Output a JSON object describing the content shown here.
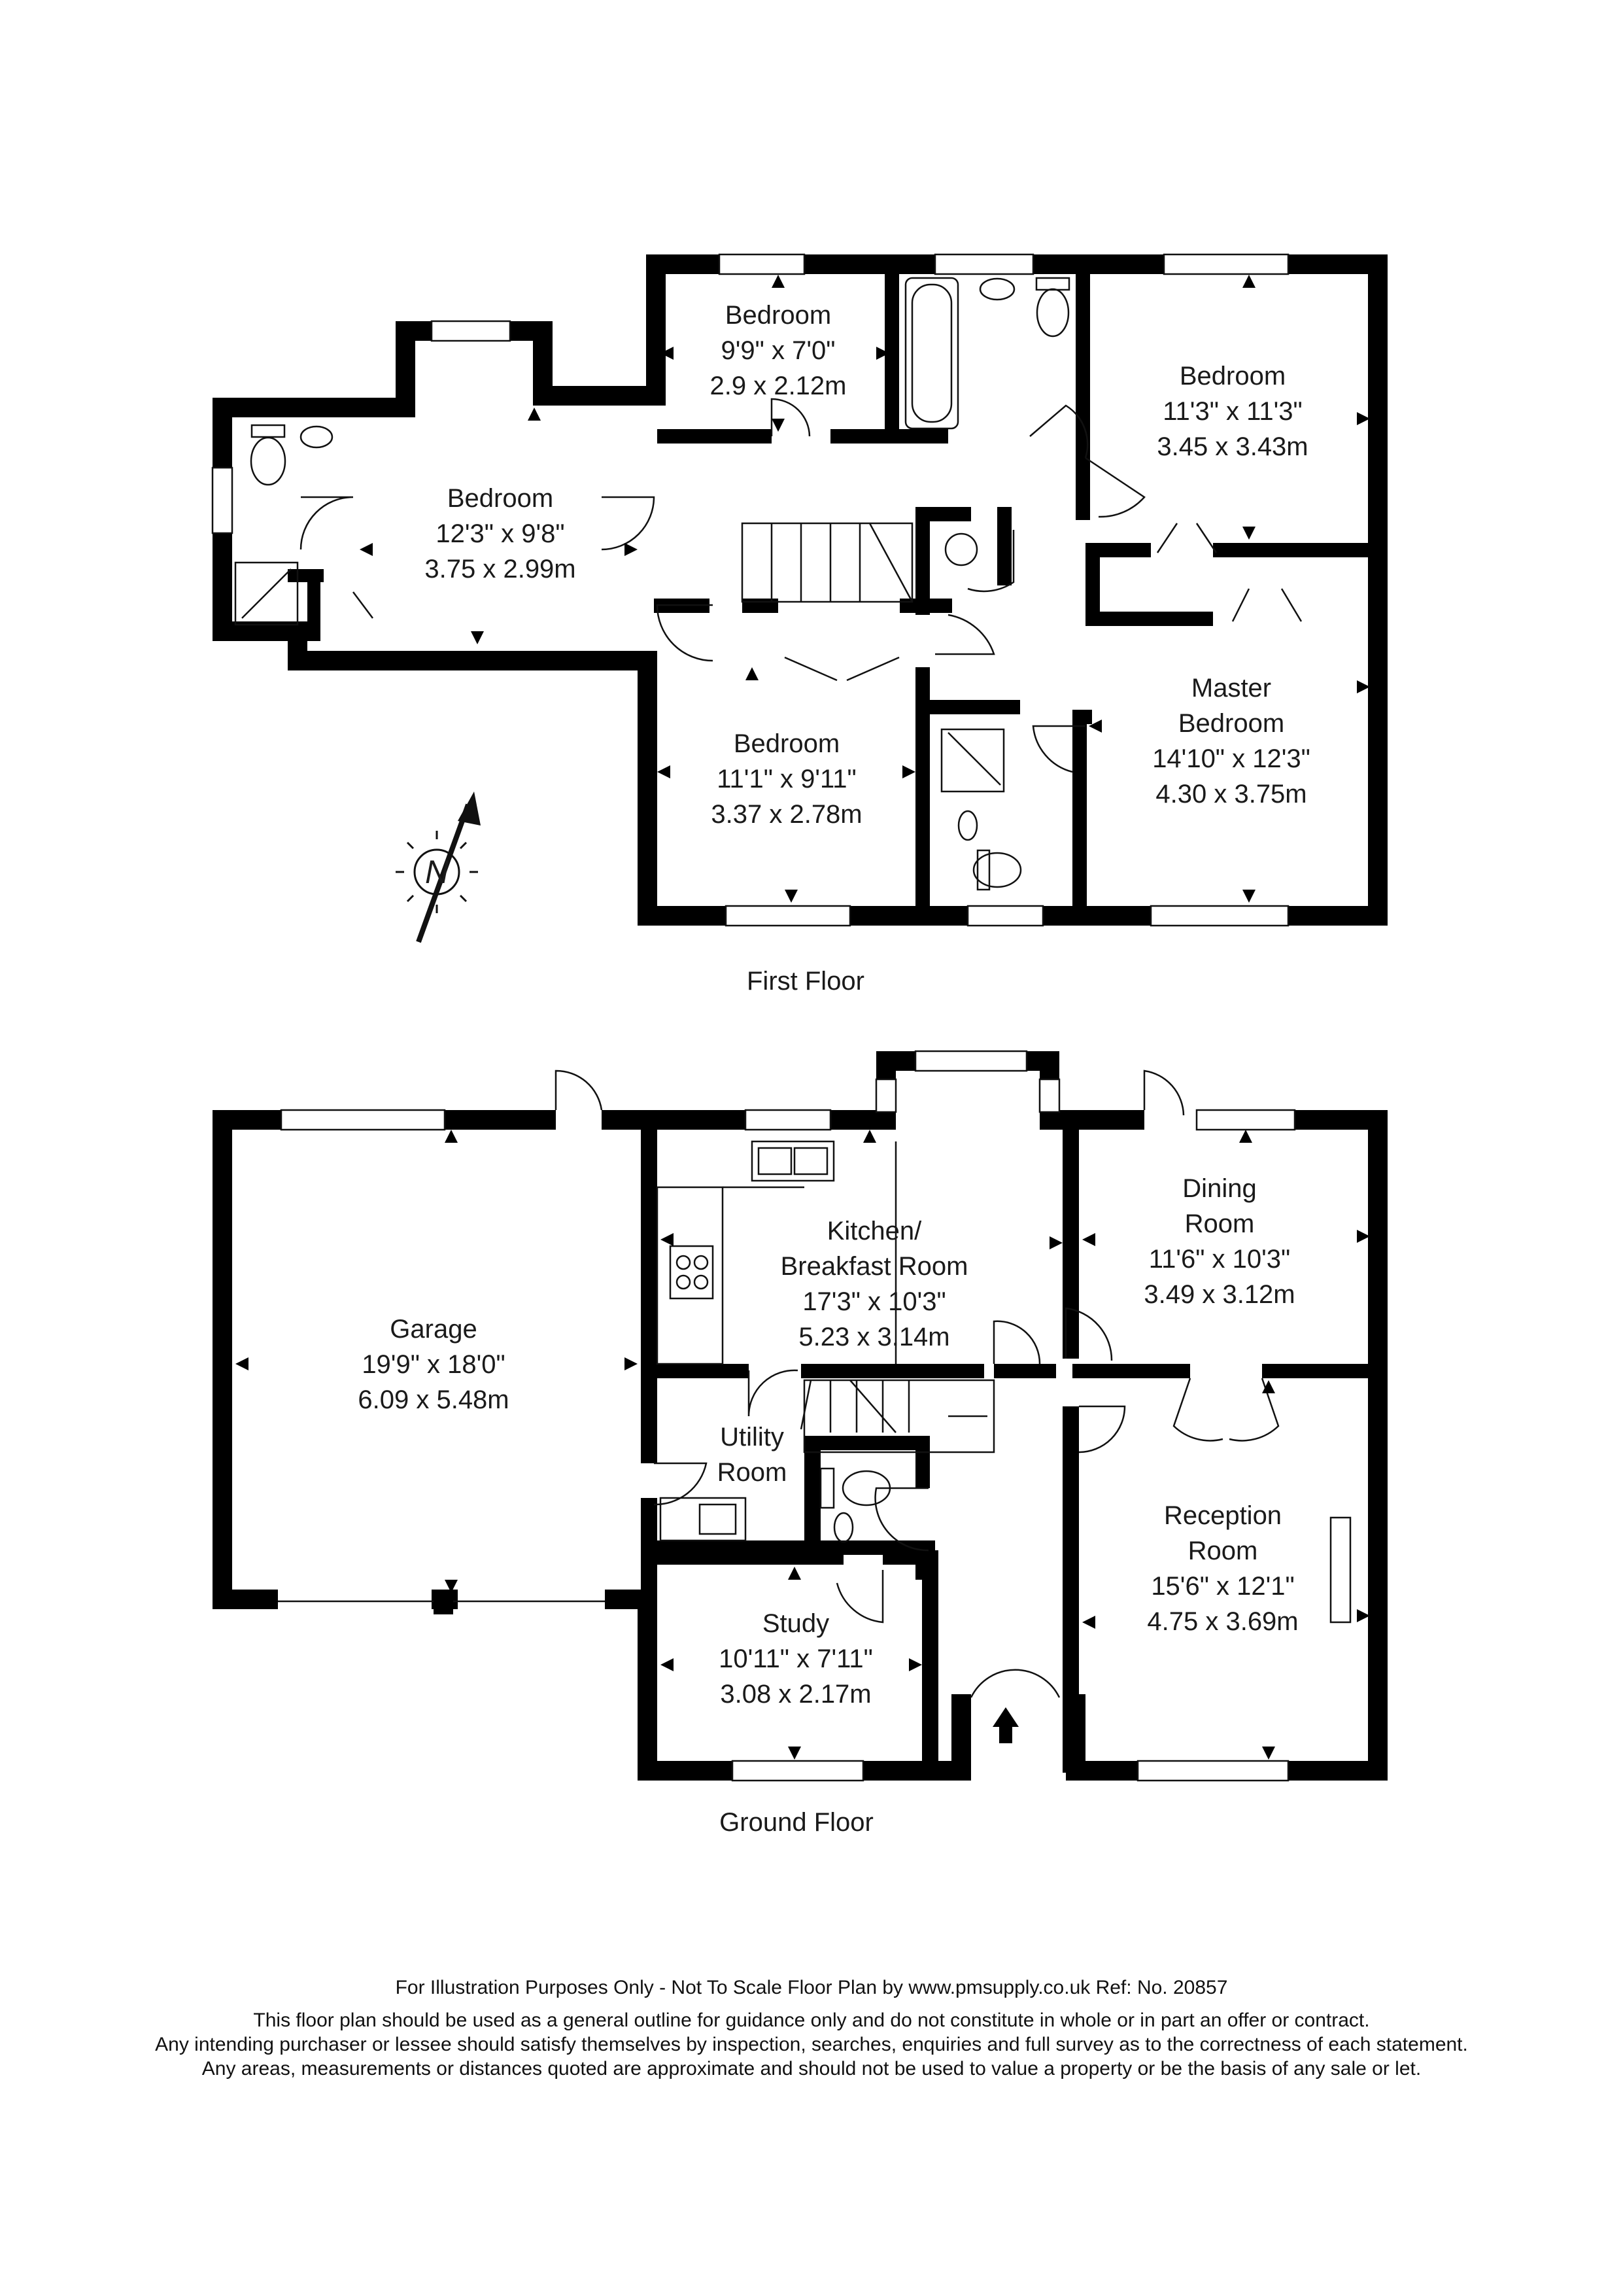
{
  "first_floor": {
    "title": "First Floor",
    "rooms": [
      {
        "id": "bed-a",
        "lines": [
          "Bedroom",
          "9'9\" x 7'0\"",
          "2.9   x 2.12m"
        ]
      },
      {
        "id": "bed-b",
        "lines": [
          "Bedroom",
          "11'3\" x 11'3\"",
          "3.45 x 3.43m"
        ]
      },
      {
        "id": "bed-c",
        "lines": [
          "Bedroom",
          "12'3\"  x  9'8\"",
          "3.75 x 2.99m"
        ]
      },
      {
        "id": "bed-d",
        "lines": [
          "Bedroom",
          "11'1\" x 9'11\"",
          "3.37 x 2.78m"
        ]
      },
      {
        "id": "master",
        "lines": [
          "Master",
          "Bedroom",
          "14'10\" x 12'3\"",
          "4.30 x 3.75m"
        ]
      }
    ]
  },
  "ground_floor": {
    "title": "Ground Floor",
    "rooms": [
      {
        "id": "garage",
        "lines": [
          "Garage",
          "19'9\" x 18'0\"",
          "6.09 x 5.48m"
        ]
      },
      {
        "id": "kitchen",
        "lines": [
          "Kitchen/",
          "Breakfast Room",
          "17'3\" x 10'3\"",
          "5.23 x 3.14m"
        ]
      },
      {
        "id": "dining",
        "lines": [
          "Dining",
          "Room",
          "11'6\" x 10'3\"",
          "3.49 x 3.12m"
        ]
      },
      {
        "id": "utility",
        "lines": [
          "Utility",
          "Room"
        ]
      },
      {
        "id": "reception",
        "lines": [
          "Reception",
          "Room",
          "15'6\" x 12'1\"",
          "4.75 x 3.69m"
        ]
      },
      {
        "id": "study",
        "lines": [
          "Study",
          "10'11\" x 7'11\"",
          "3.08 x 2.17m"
        ]
      }
    ]
  },
  "compass": {
    "letter": "N"
  },
  "footer": {
    "line1": "For Illustration Purposes Only - Not To Scale   Floor Plan by  www.pmsupply.co.uk   Ref: No. 20857",
    "line2": "This floor plan should be used as a general outline for guidance only and do not constitute in whole or in part an offer or contract.",
    "line3": "Any intending purchaser or lessee should satisfy themselves by inspection, searches, enquiries and full survey as to the correctness of each statement.",
    "line4": "Any areas, measurements or distances quoted are approximate and should not be used to value a property or be the basis of any sale or let."
  }
}
